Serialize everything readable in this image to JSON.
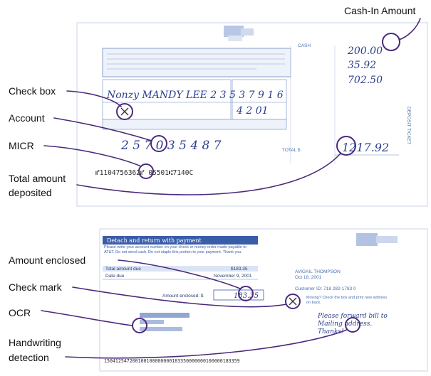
{
  "callouts": {
    "cash_in_amount": "Cash-In Amount",
    "check_box": "Check box",
    "account": "Account",
    "micr": "MICR",
    "total_amount_line1": "Total amount",
    "total_amount_line2": "deposited",
    "amount_enclosed": "Amount enclosed",
    "check_mark": "Check mark",
    "ocr": "OCR",
    "handwriting_line1": "Handwriting",
    "handwriting_line2": "detection"
  },
  "deposit_slip": {
    "cash_label": "CASH",
    "handwritten_name": "Nonzy MANDY LEE 2 3 5 3 7 9 1 6",
    "date": "4 2 01",
    "handwritten_account": "2 5 7 0 3 5 4 8 7",
    "cash_amounts": [
      "200.00",
      "35.92",
      "702.50"
    ],
    "total_label": "TOTAL $",
    "total_amount": "1217.92",
    "micr_line": "⑈1104756362⑈ 05501⑆7140C",
    "side_label": "DEPOSIT TICKET"
  },
  "remittance": {
    "header": "Detach and return with payment",
    "instructions": "Please write your account number on your check or money order made payable to AT&T. Do not send cash. Do not staple this portion to your payment. Thank you.",
    "total_amount_due_label": "Total amount due",
    "total_amount_due_value": "$183.35",
    "date_due_label": "Date due",
    "date_due_value": "November 9, 2001",
    "amount_enclosed_label": "Amount enclosed: $",
    "amount_enclosed_value": "183.35",
    "customer_name": "AVIGAIL THOMPSON",
    "customer_date": "Oct 18, 2001",
    "customer_id": "Customer ID: 718 282-1783 0",
    "moving_text": "Moving? Check the box and print new address on back.",
    "handwritten_note": "Please forward bill to Mailing address. Thanks!",
    "ocr_line": "150412547200100100000000183350000000100000183359"
  }
}
